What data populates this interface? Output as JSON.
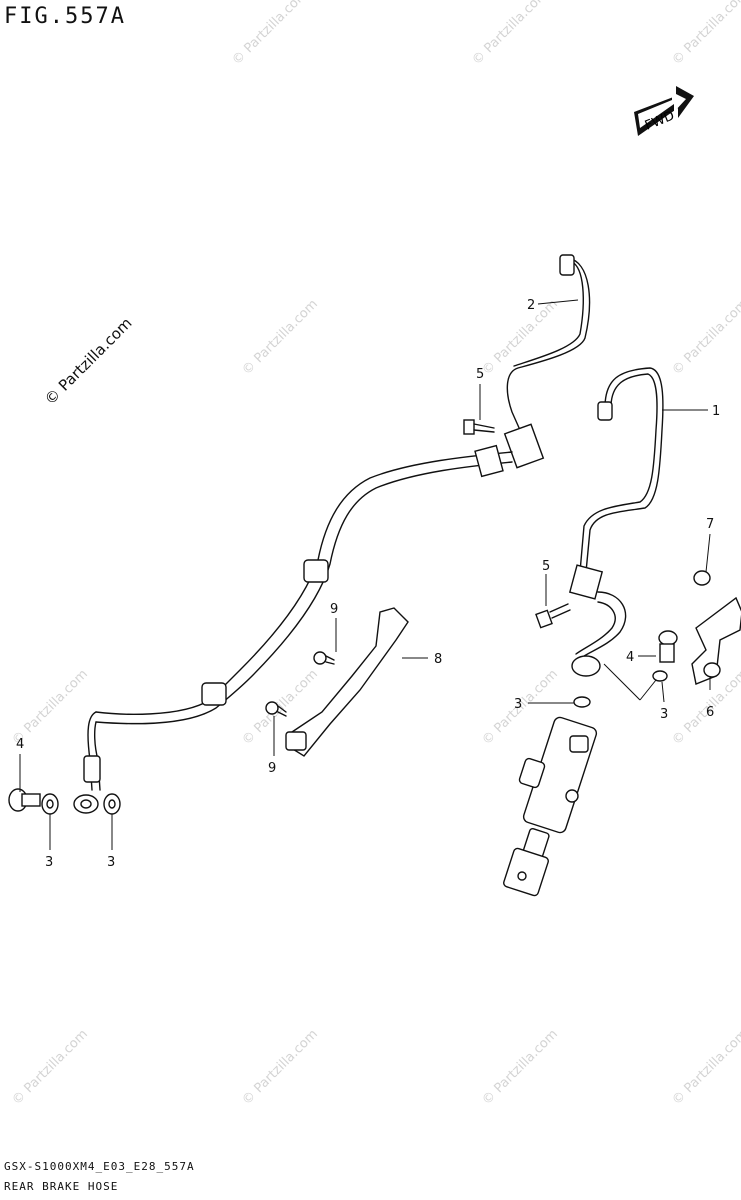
{
  "figure": {
    "title": "FIG.557A",
    "model_code": "GSX-S1000XM4_E03_E28_557A",
    "part_name": "REAR BRAKE HOSE",
    "credit": "© Partzilla.com",
    "watermark": "© Partzilla.com",
    "fwd_label": "FWD"
  },
  "callouts": {
    "c1": "1",
    "c2": "2",
    "c3a": "3",
    "c3b": "3",
    "c3c": "3",
    "c3d": "3",
    "c4a": "4",
    "c4b": "4",
    "c5a": "5",
    "c5b": "5",
    "c6": "6",
    "c7": "7",
    "c8": "8",
    "c9a": "9",
    "c9b": "9"
  }
}
